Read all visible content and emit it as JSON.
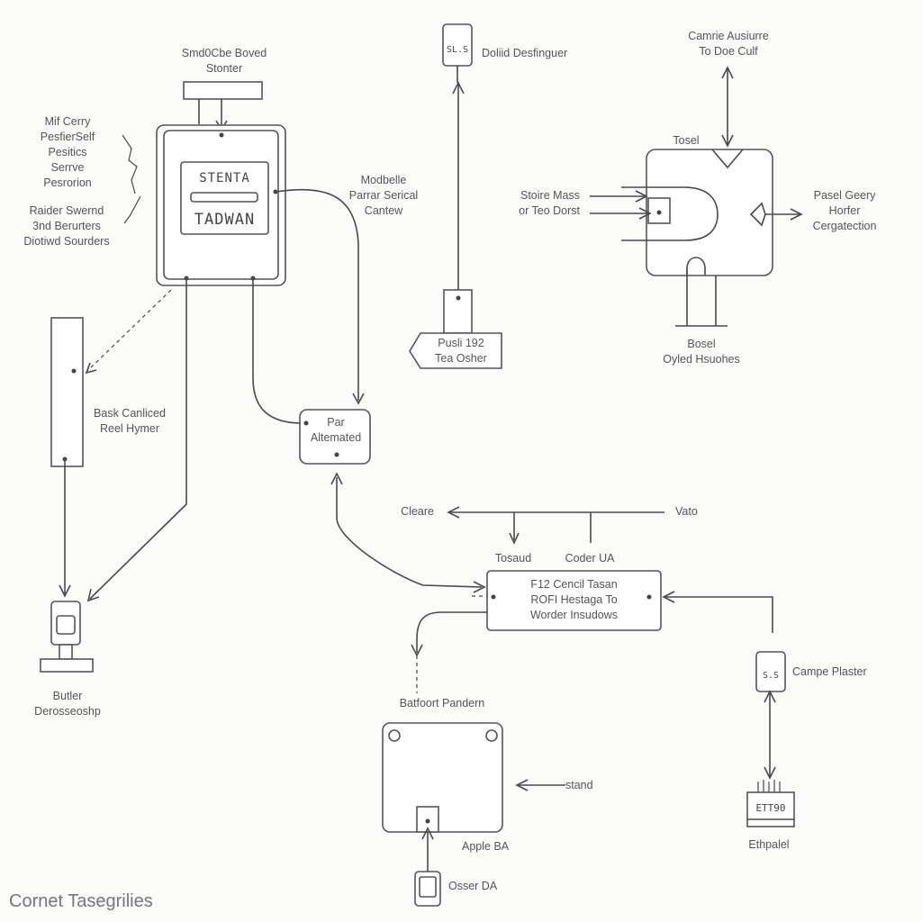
{
  "footer": {
    "title": "Cornet Tasegrilies"
  },
  "controller": {
    "line1": "STENTA",
    "line2": "TADWAN"
  },
  "labels": {
    "top_switch": "Smd0Cbe Boved\nStonter",
    "left_note_a": "Mif Cerry\nPesfierSelf\nPesitics\nSerrve\nPesrorion",
    "left_note_b": "Raider Swernd\n3nd Berurters\nDiotiwd Sourders",
    "module": "Modbelle\nParrar Serical\nCantew",
    "dolid": "Doliid Desfinguer",
    "push": "Pusli 192\nTea Osher",
    "camre": "Camrie Ausiurre\nTo Doe Culf",
    "tosel": "Tosel",
    "stoire": "Stoire Mass\nor Teo Dorst",
    "pasel": "Pasel Geery\nHorfer\nCergatection",
    "bosel": "Bosel\nOyled Hsuohes",
    "bask": "Bask Canliced\nReel Hymer",
    "par": "Par\nAltemated",
    "cleare": "Cleare",
    "vato": "Vato",
    "tosaud": "Tosaud",
    "coder": "Coder UA",
    "f12": "F12 Cencil Tasan\nROFI Hestaga To\nWorder Insudows",
    "butler": "Butler\nDerosseoshp",
    "camre_plaster": "Campe Plaster",
    "batfoort": "Batfoort Pandern",
    "stand": "stand",
    "apple": "Apple BA",
    "osser": "Osser DA",
    "ethpallet": "Ethpalel",
    "s1s": "SL.S",
    "s2s": "S.S",
    "ettso": "ETT90"
  }
}
